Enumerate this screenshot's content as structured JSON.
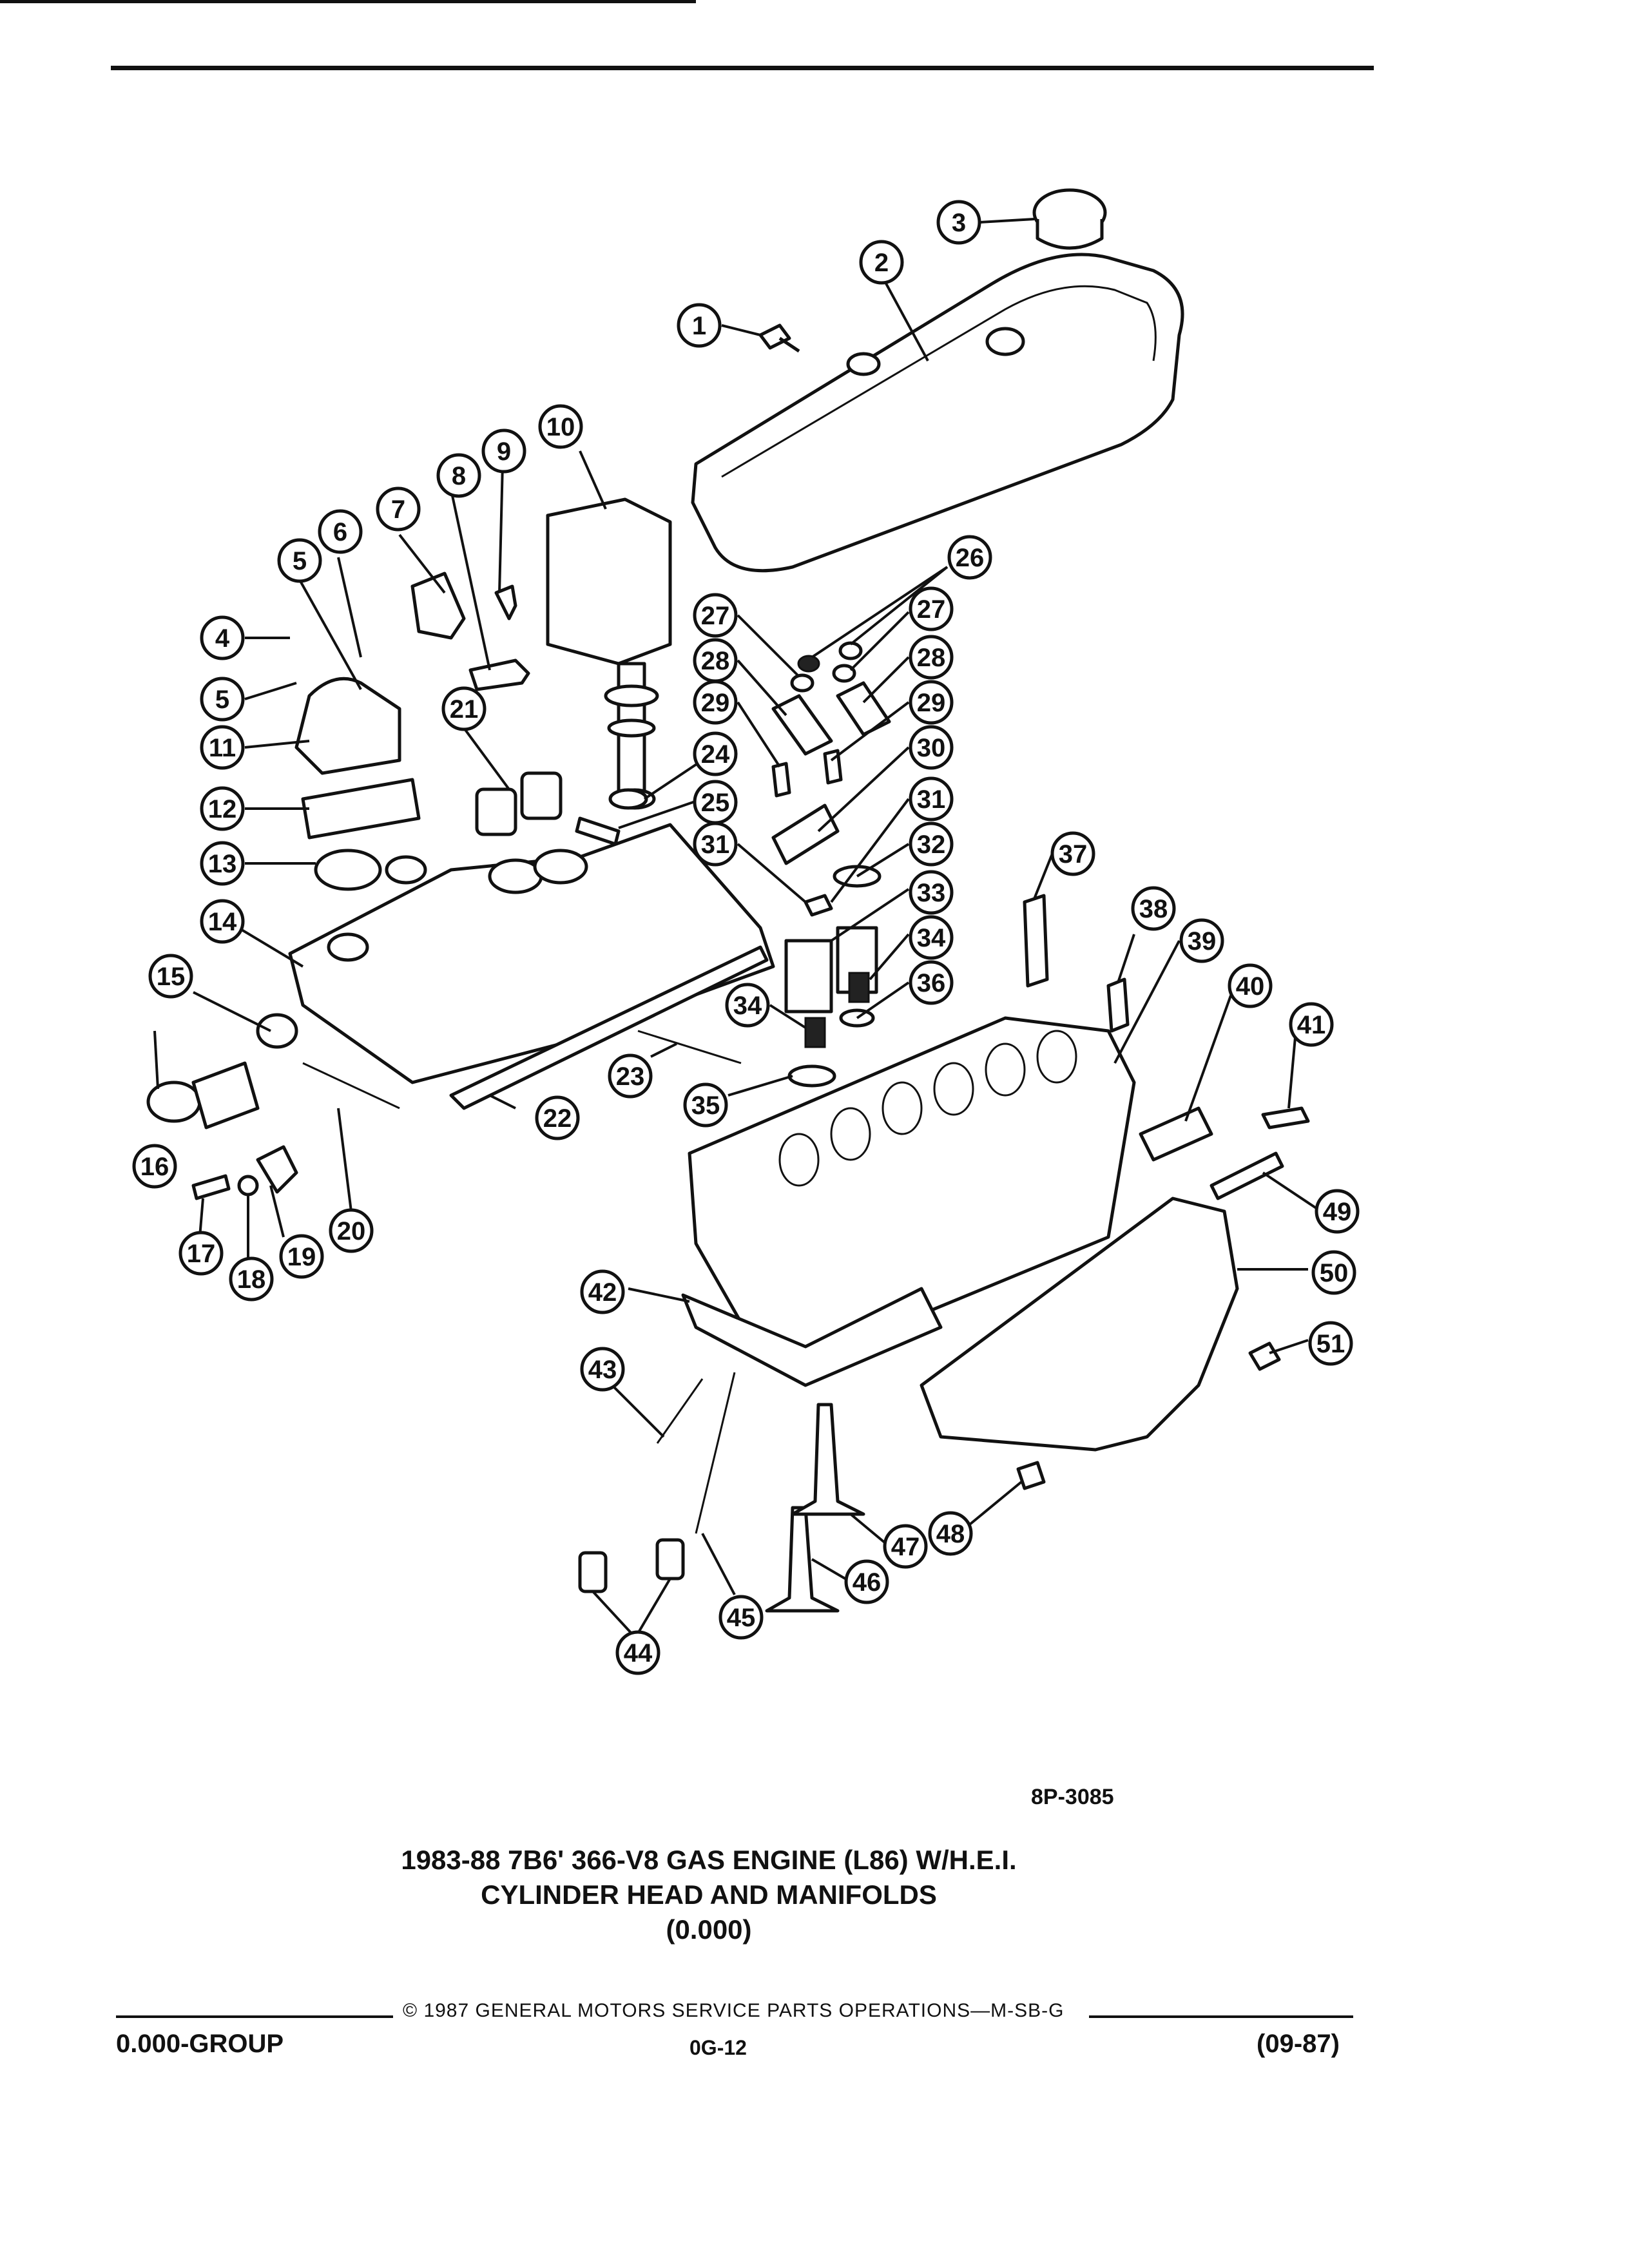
{
  "diagram": {
    "figure_code": "8P-3085",
    "title_lines": [
      "1983-88 7B6' 366-V8 GAS ENGINE (L86) W/H.E.I.",
      "CYLINDER HEAD AND MANIFOLDS",
      "(0.000)"
    ],
    "callouts": [
      "1",
      "2",
      "3",
      "4",
      "5",
      "5",
      "6",
      "7",
      "8",
      "9",
      "10",
      "11",
      "12",
      "13",
      "14",
      "15",
      "16",
      "17",
      "18",
      "19",
      "20",
      "21",
      "22",
      "23",
      "24",
      "25",
      "26",
      "27",
      "27",
      "28",
      "28",
      "29",
      "29",
      "30",
      "31",
      "31",
      "32",
      "33",
      "34",
      "34",
      "35",
      "36",
      "37",
      "38",
      "39",
      "40",
      "41",
      "42",
      "43",
      "44",
      "45",
      "46",
      "47",
      "48",
      "49",
      "50",
      "51"
    ]
  },
  "footer": {
    "copyright": "© 1987 GENERAL MOTORS SERVICE PARTS OPERATIONS—M-SB-G",
    "group": "0.000-GROUP",
    "page": "0G-12",
    "revision": "(09-87)"
  }
}
